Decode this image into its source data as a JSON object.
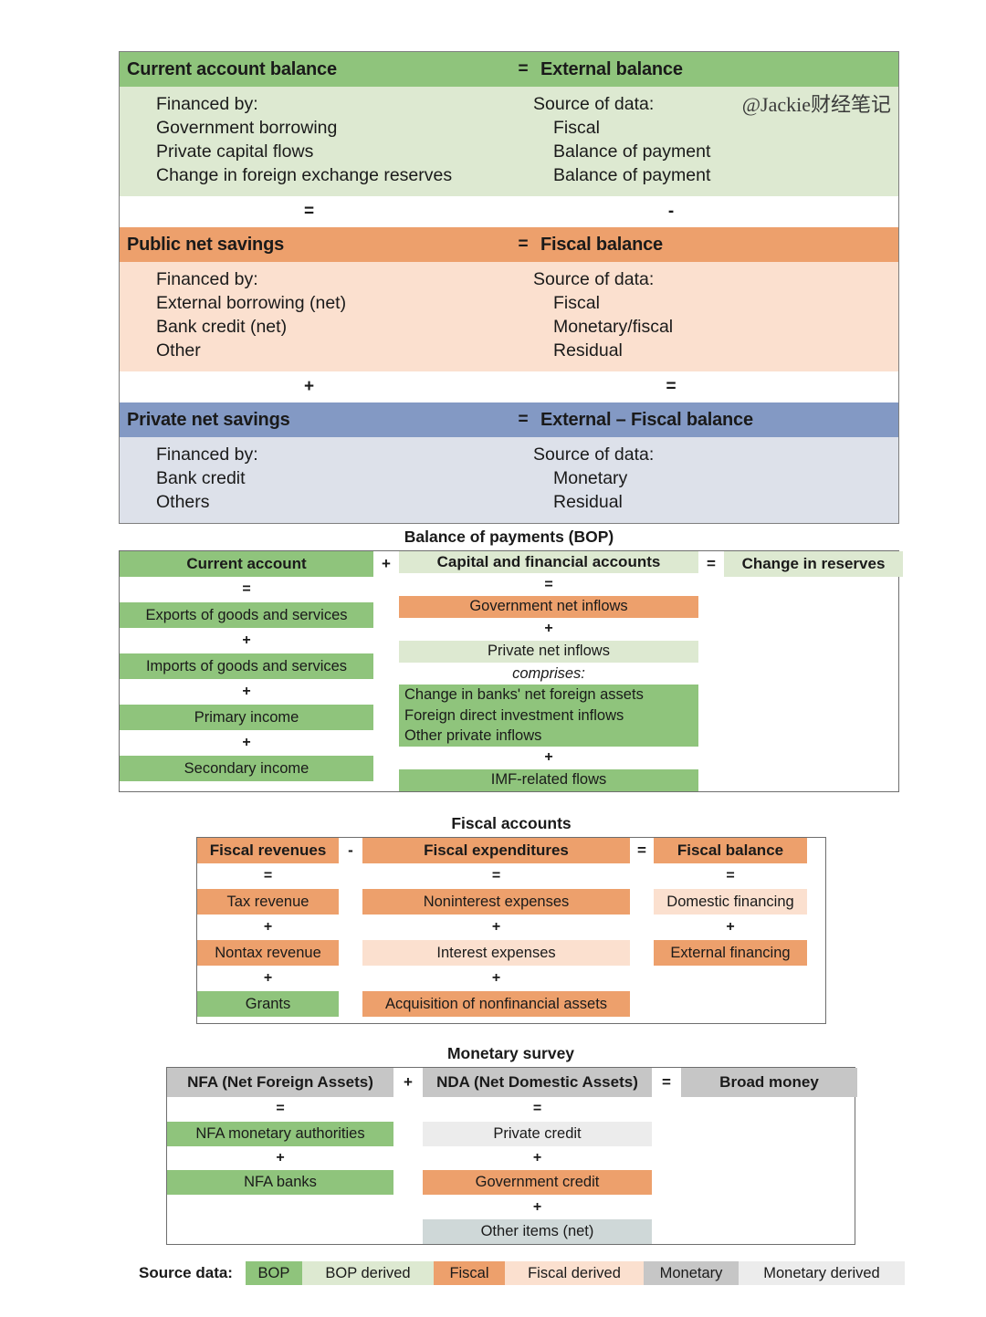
{
  "colors": {
    "bop": "#8fc47c",
    "bop_derived": "#dde9d1",
    "fiscal": "#eda06c",
    "fiscal_derived": "#fbe0cf",
    "monetary": "#c6c6c6",
    "monetary_derived": "#ececec",
    "private_block": "#8399c4"
  },
  "watermark": "@Jackie财经笔记",
  "balances": {
    "blocks": [
      {
        "title_left": "Current account balance",
        "operator": "=",
        "title_right": "External balance",
        "left_heading": "Financed by:",
        "left_items": [
          "Government borrowing",
          "Private capital flows",
          "Change in foreign exchange reserves"
        ],
        "right_heading": "Source of data:",
        "right_items": [
          "Fiscal",
          "Balance of payment",
          "Balance of payment"
        ]
      },
      {
        "title_left": "Public net savings",
        "operator": "=",
        "title_right": "Fiscal balance",
        "left_heading": "Financed by:",
        "left_items": [
          "External borrowing (net)",
          "Bank credit (net)",
          "Other"
        ],
        "right_heading": "Source of data:",
        "right_items": [
          "Fiscal",
          "Monetary/fiscal",
          "Residual"
        ]
      },
      {
        "title_left": "Private net savings",
        "operator": "=",
        "title_right": "External – Fiscal balance",
        "left_heading": "Financed by:",
        "left_items": [
          "Bank credit",
          "Others"
        ],
        "right_heading": "Source of data:",
        "right_items": [
          "Monetary",
          "Residual"
        ]
      }
    ],
    "separators": [
      {
        "left": "=",
        "right": "-"
      },
      {
        "left": "+",
        "right": "="
      }
    ]
  },
  "bop": {
    "title": "Balance of payments (BOP)",
    "headers": {
      "current_account": "Current account",
      "op1": "+",
      "capital_financial": "Capital and financial accounts",
      "op2": "=",
      "change_in_reserves": "Change in reserves"
    },
    "current_account_rows": [
      {
        "text": "=",
        "style": "op"
      },
      {
        "text": "Exports of goods and services",
        "style": "bop"
      },
      {
        "text": "+",
        "style": "op"
      },
      {
        "text": "Imports of goods and services",
        "style": "bop"
      },
      {
        "text": "+",
        "style": "op"
      },
      {
        "text": "Primary income",
        "style": "bop"
      },
      {
        "text": "+",
        "style": "op"
      },
      {
        "text": "Secondary income",
        "style": "bop"
      }
    ],
    "capital_rows": [
      {
        "text": "=",
        "style": "op"
      },
      {
        "text": "Government net inflows",
        "style": "fiscal"
      },
      {
        "text": "+",
        "style": "op"
      },
      {
        "text": "Private net inflows",
        "style": "bop_derived"
      },
      {
        "text": "comprises:",
        "style": "italic"
      },
      {
        "text": "Change in banks' net foreign assets",
        "style": "bop-left"
      },
      {
        "text": "Foreign direct investment inflows",
        "style": "bop-left"
      },
      {
        "text": "Other private inflows",
        "style": "bop-left"
      },
      {
        "text": "+",
        "style": "op"
      },
      {
        "text": "IMF-related flows",
        "style": "bop"
      }
    ]
  },
  "fiscal": {
    "title": "Fiscal accounts",
    "headers": {
      "revenues": "Fiscal revenues",
      "op1": "-",
      "expenditures": "Fiscal expenditures",
      "op2": "=",
      "balance": "Fiscal balance"
    },
    "revenue_rows": [
      {
        "text": "=",
        "style": "op"
      },
      {
        "text": "Tax revenue",
        "style": "fiscal"
      },
      {
        "text": "+",
        "style": "op"
      },
      {
        "text": "Nontax revenue",
        "style": "fiscal"
      },
      {
        "text": "+",
        "style": "op"
      },
      {
        "text": "Grants",
        "style": "bop"
      }
    ],
    "expenditure_rows": [
      {
        "text": "=",
        "style": "op"
      },
      {
        "text": "Noninterest expenses",
        "style": "fiscal"
      },
      {
        "text": "+",
        "style": "op"
      },
      {
        "text": "Interest expenses",
        "style": "fiscal_derived"
      },
      {
        "text": "+",
        "style": "op"
      },
      {
        "text": "Acquisition of nonfinancial assets",
        "style": "fiscal"
      }
    ],
    "balance_rows": [
      {
        "text": "=",
        "style": "op"
      },
      {
        "text": "Domestic financing",
        "style": "fiscal_derived"
      },
      {
        "text": "+",
        "style": "op"
      },
      {
        "text": "External financing",
        "style": "fiscal"
      },
      {
        "text": "",
        "style": "blank"
      },
      {
        "text": "",
        "style": "blank"
      }
    ]
  },
  "monetary": {
    "title": "Monetary survey",
    "headers": {
      "nfa": "NFA (Net Foreign Assets)",
      "op1": "+",
      "nda": "NDA (Net Domestic Assets)",
      "op2": "=",
      "broad_money": "Broad money"
    },
    "nfa_rows": [
      {
        "text": "=",
        "style": "op"
      },
      {
        "text": "NFA monetary authorities",
        "style": "bop"
      },
      {
        "text": "+",
        "style": "op"
      },
      {
        "text": "NFA banks",
        "style": "bop"
      },
      {
        "text": "",
        "style": "blank"
      },
      {
        "text": "",
        "style": "blank"
      }
    ],
    "nda_rows": [
      {
        "text": "=",
        "style": "op"
      },
      {
        "text": "Private credit",
        "style": "monetary_derived"
      },
      {
        "text": "+",
        "style": "op"
      },
      {
        "text": "Government credit",
        "style": "fiscal"
      },
      {
        "text": "+",
        "style": "op"
      },
      {
        "text": "Other items (net)",
        "style": "monetary2"
      }
    ]
  },
  "legend": {
    "label": "Source data:",
    "items": [
      {
        "text": "BOP",
        "style": "bop",
        "width": 62
      },
      {
        "text": "BOP derived",
        "style": "bop_derived",
        "width": 144
      },
      {
        "text": "Fiscal",
        "style": "fiscal",
        "width": 78
      },
      {
        "text": "Fiscal derived",
        "style": "fiscal_derived",
        "width": 152
      },
      {
        "text": "Monetary",
        "style": "monetary",
        "width": 104
      },
      {
        "text": "Monetary derived",
        "style": "monetary_derived",
        "width": 182
      }
    ]
  }
}
